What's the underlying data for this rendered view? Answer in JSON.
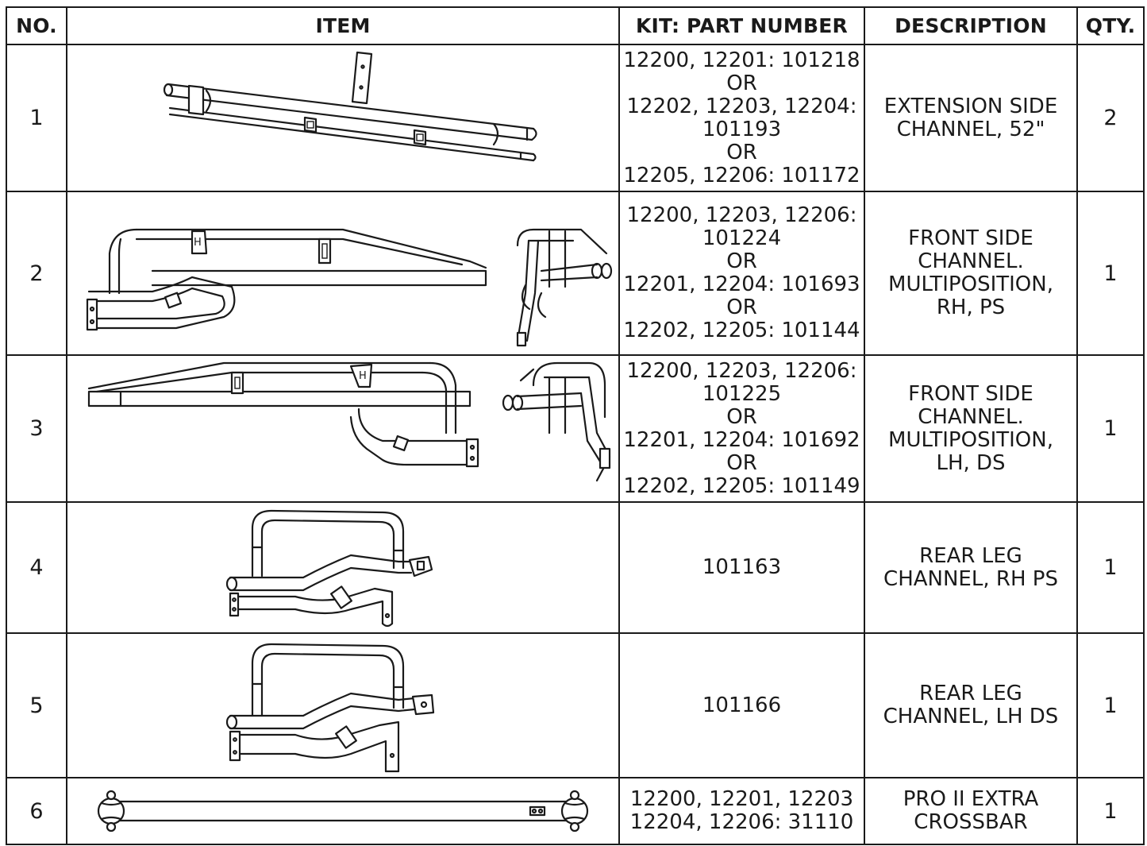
{
  "headers": {
    "no": "NO.",
    "item": "ITEM",
    "part_number": "KIT: PART NUMBER",
    "description": "DESCRIPTION",
    "qty": "QTY."
  },
  "rows": [
    {
      "no": "1",
      "item_icon": "extension-side-channel-drawing",
      "part_lines": [
        "12200, 12201: 101218",
        "OR",
        "12202, 12203, 12204:",
        "101193",
        "OR",
        "12205, 12206: 101172"
      ],
      "desc_lines": [
        "EXTENSION SIDE",
        "CHANNEL, 52\""
      ],
      "qty": "2"
    },
    {
      "no": "2",
      "item_icon": "front-side-channel-rh-drawing",
      "part_lines": [
        "12200, 12203, 12206:",
        "101224",
        "OR",
        "12201, 12204: 101693",
        "OR",
        "12202, 12205: 101144"
      ],
      "desc_lines": [
        "FRONT SIDE",
        "CHANNEL.",
        "MULTIPOSITION,",
        "RH, PS"
      ],
      "qty": "1"
    },
    {
      "no": "3",
      "item_icon": "front-side-channel-lh-drawing",
      "part_lines": [
        "12200, 12203, 12206:",
        "101225",
        "OR",
        "12201, 12204: 101692",
        "OR",
        "12202, 12205: 101149"
      ],
      "desc_lines": [
        "FRONT SIDE",
        "CHANNEL.",
        "MULTIPOSITION,",
        "LH, DS"
      ],
      "qty": "1"
    },
    {
      "no": "4",
      "item_icon": "rear-leg-channel-rh-drawing",
      "part_lines": [
        "101163"
      ],
      "desc_lines": [
        "REAR LEG",
        "CHANNEL, RH PS"
      ],
      "qty": "1"
    },
    {
      "no": "5",
      "item_icon": "rear-leg-channel-lh-drawing",
      "part_lines": [
        "101166"
      ],
      "desc_lines": [
        "REAR LEG",
        "CHANNEL, LH DS"
      ],
      "qty": "1"
    },
    {
      "no": "6",
      "item_icon": "extra-crossbar-drawing",
      "part_lines": [
        "12200, 12201, 12203",
        "12204, 12206: 31110"
      ],
      "desc_lines": [
        "PRO II EXTRA",
        "CROSSBAR"
      ],
      "qty": "1"
    }
  ]
}
